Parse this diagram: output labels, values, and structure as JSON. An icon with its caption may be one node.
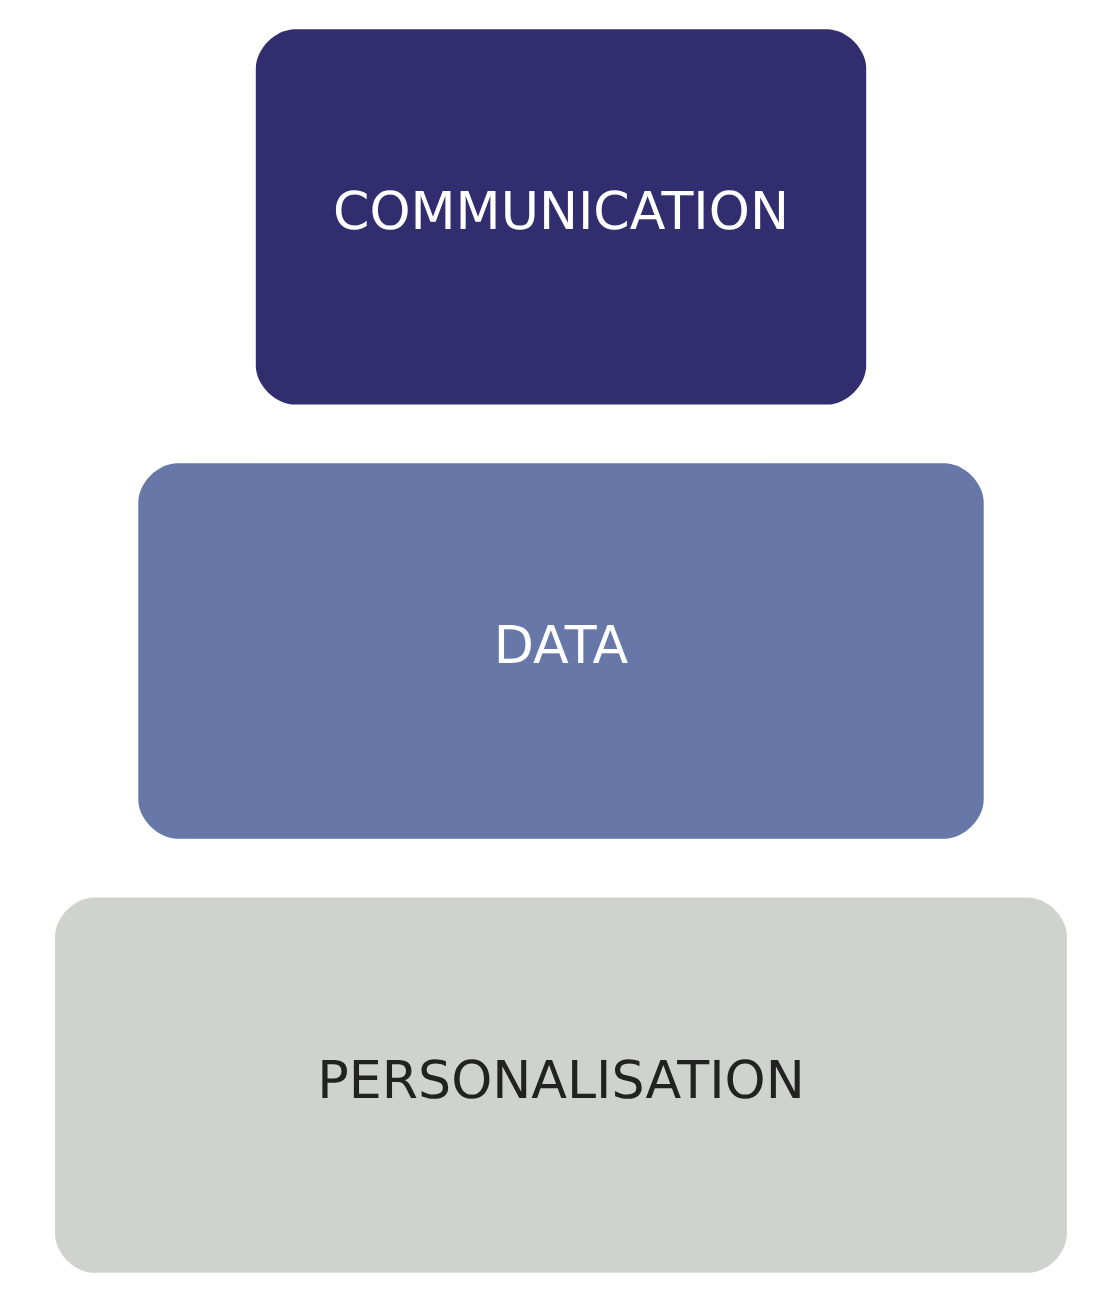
{
  "diagram": {
    "nodes": [
      {
        "text": [
          "COMMUNICATION"
        ]
      },
      {
        "text": [
          "DATA"
        ]
      },
      {
        "text": [
          "PERSONALISATION"
        ]
      }
    ]
  }
}
